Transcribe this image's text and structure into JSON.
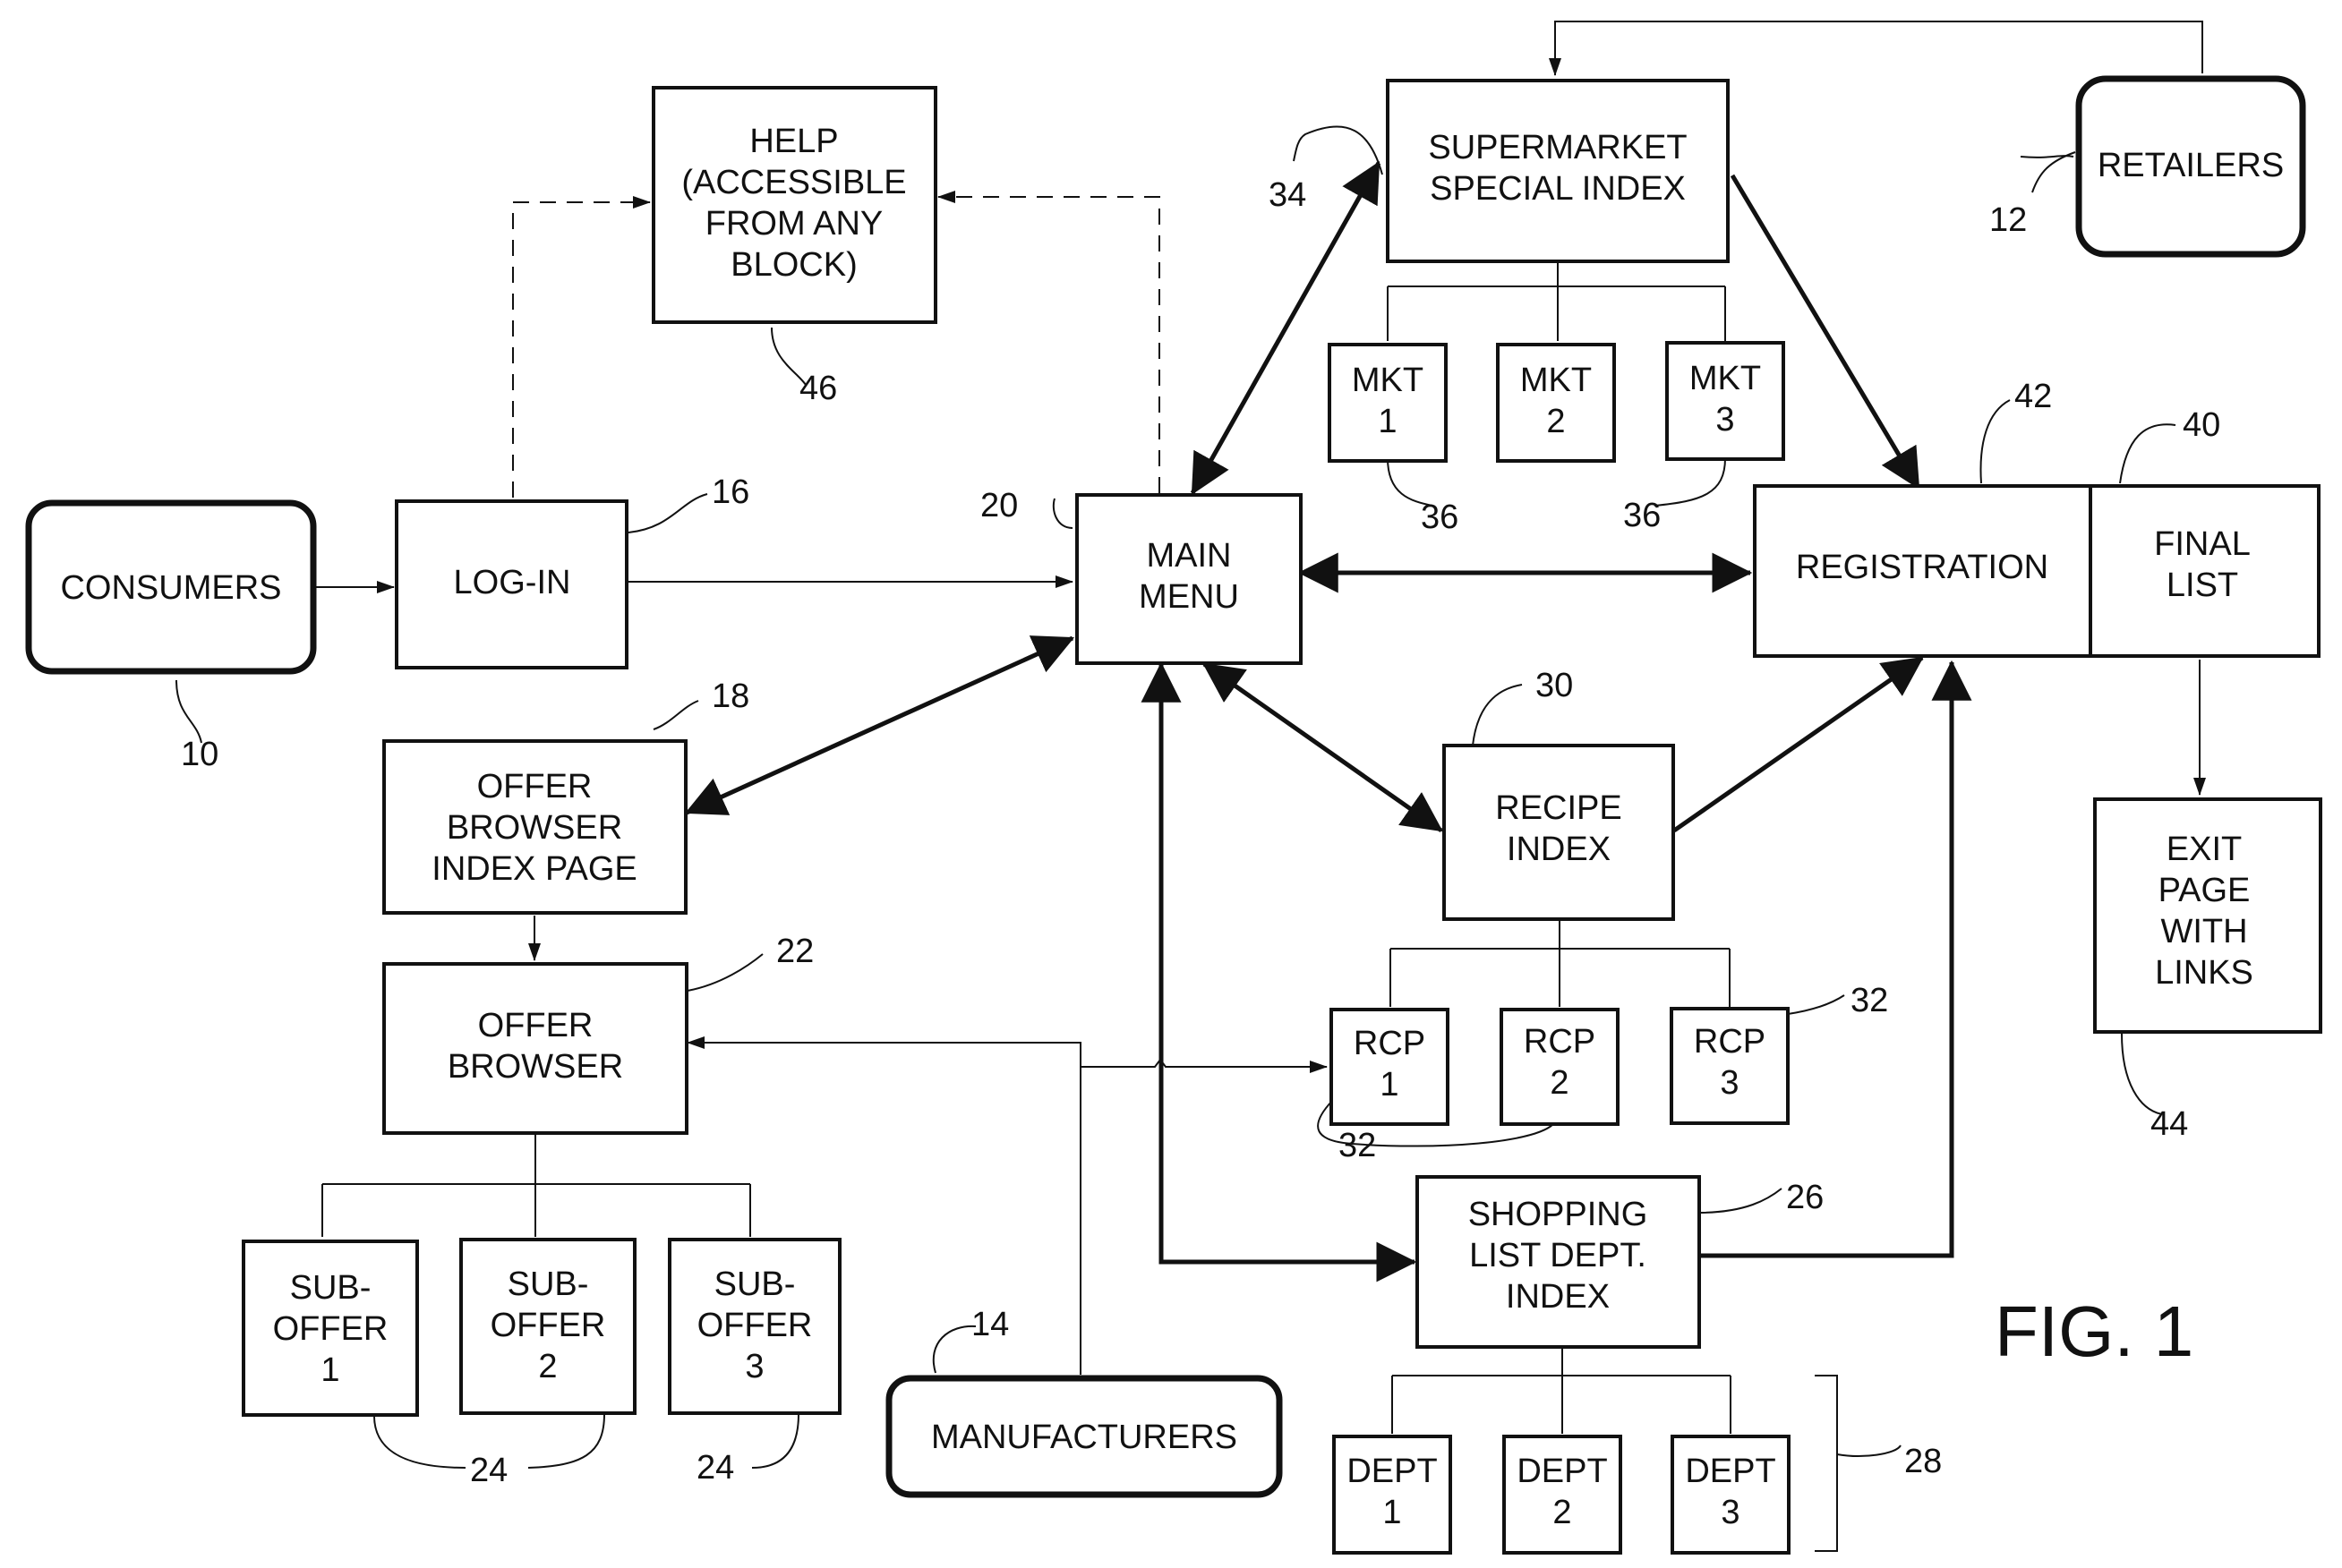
{
  "boxes": {
    "consumers": [
      "CONSUMERS"
    ],
    "retailers": [
      "RETAILERS"
    ],
    "manufacturers": [
      "MANUFACTURERS"
    ],
    "login": [
      "LOG-IN"
    ],
    "help": [
      "HELP",
      "(ACCESSIBLE",
      "FROM ANY",
      "BLOCK)"
    ],
    "main_menu": [
      "MAIN",
      "MENU"
    ],
    "offer_index": [
      "OFFER",
      "BROWSER",
      "INDEX PAGE"
    ],
    "offer_browser": [
      "OFFER",
      "BROWSER"
    ],
    "sub1": [
      "SUB-",
      "OFFER",
      "1"
    ],
    "sub2": [
      "SUB-",
      "OFFER",
      "2"
    ],
    "sub3": [
      "SUB-",
      "OFFER",
      "3"
    ],
    "supermarket": [
      "SUPERMARKET",
      "SPECIAL INDEX"
    ],
    "mkt1": [
      "MKT",
      "1"
    ],
    "mkt2": [
      "MKT",
      "2"
    ],
    "mkt3": [
      "MKT",
      "3"
    ],
    "registration": [
      "REGISTRATION"
    ],
    "final_list": [
      "FINAL",
      "LIST"
    ],
    "exit_page": [
      "EXIT",
      "PAGE",
      "WITH",
      "LINKS"
    ],
    "recipe": [
      "RECIPE",
      "INDEX"
    ],
    "rcp1": [
      "RCP",
      "1"
    ],
    "rcp2": [
      "RCP",
      "2"
    ],
    "rcp3": [
      "RCP",
      "3"
    ],
    "shopping": [
      "SHOPPING",
      "LIST DEPT.",
      "INDEX"
    ],
    "dept1": [
      "DEPT",
      "1"
    ],
    "dept2": [
      "DEPT",
      "2"
    ],
    "dept3": [
      "DEPT",
      "3"
    ]
  },
  "refs": {
    "r10": "10",
    "r12": "12",
    "r14": "14",
    "r16": "16",
    "r18": "18",
    "r20": "20",
    "r22": "22",
    "r24a": "24",
    "r24b": "24",
    "r26": "26",
    "r28": "28",
    "r30": "30",
    "r32a": "32",
    "r32b": "32",
    "r34": "34",
    "r36a": "36",
    "r36b": "36",
    "r40": "40",
    "r42": "42",
    "r44": "44",
    "r46": "46"
  },
  "figure_label": "FIG. 1"
}
